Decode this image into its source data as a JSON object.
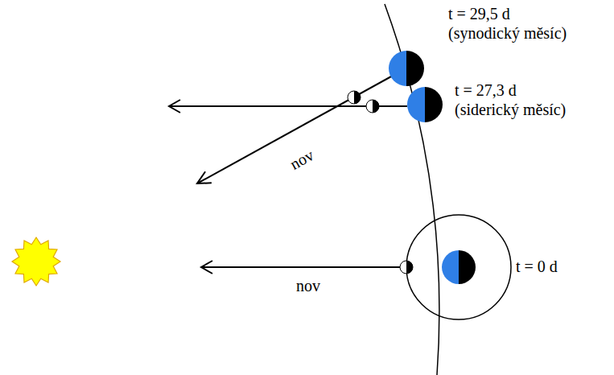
{
  "diagram": {
    "labels": [
      "t = 29,5 d",
      "(synodický měsíc)",
      "t = 27,3 d",
      "(siderický měsíc)",
      "nov",
      "nov",
      "t = 0 d"
    ]
  }
}
